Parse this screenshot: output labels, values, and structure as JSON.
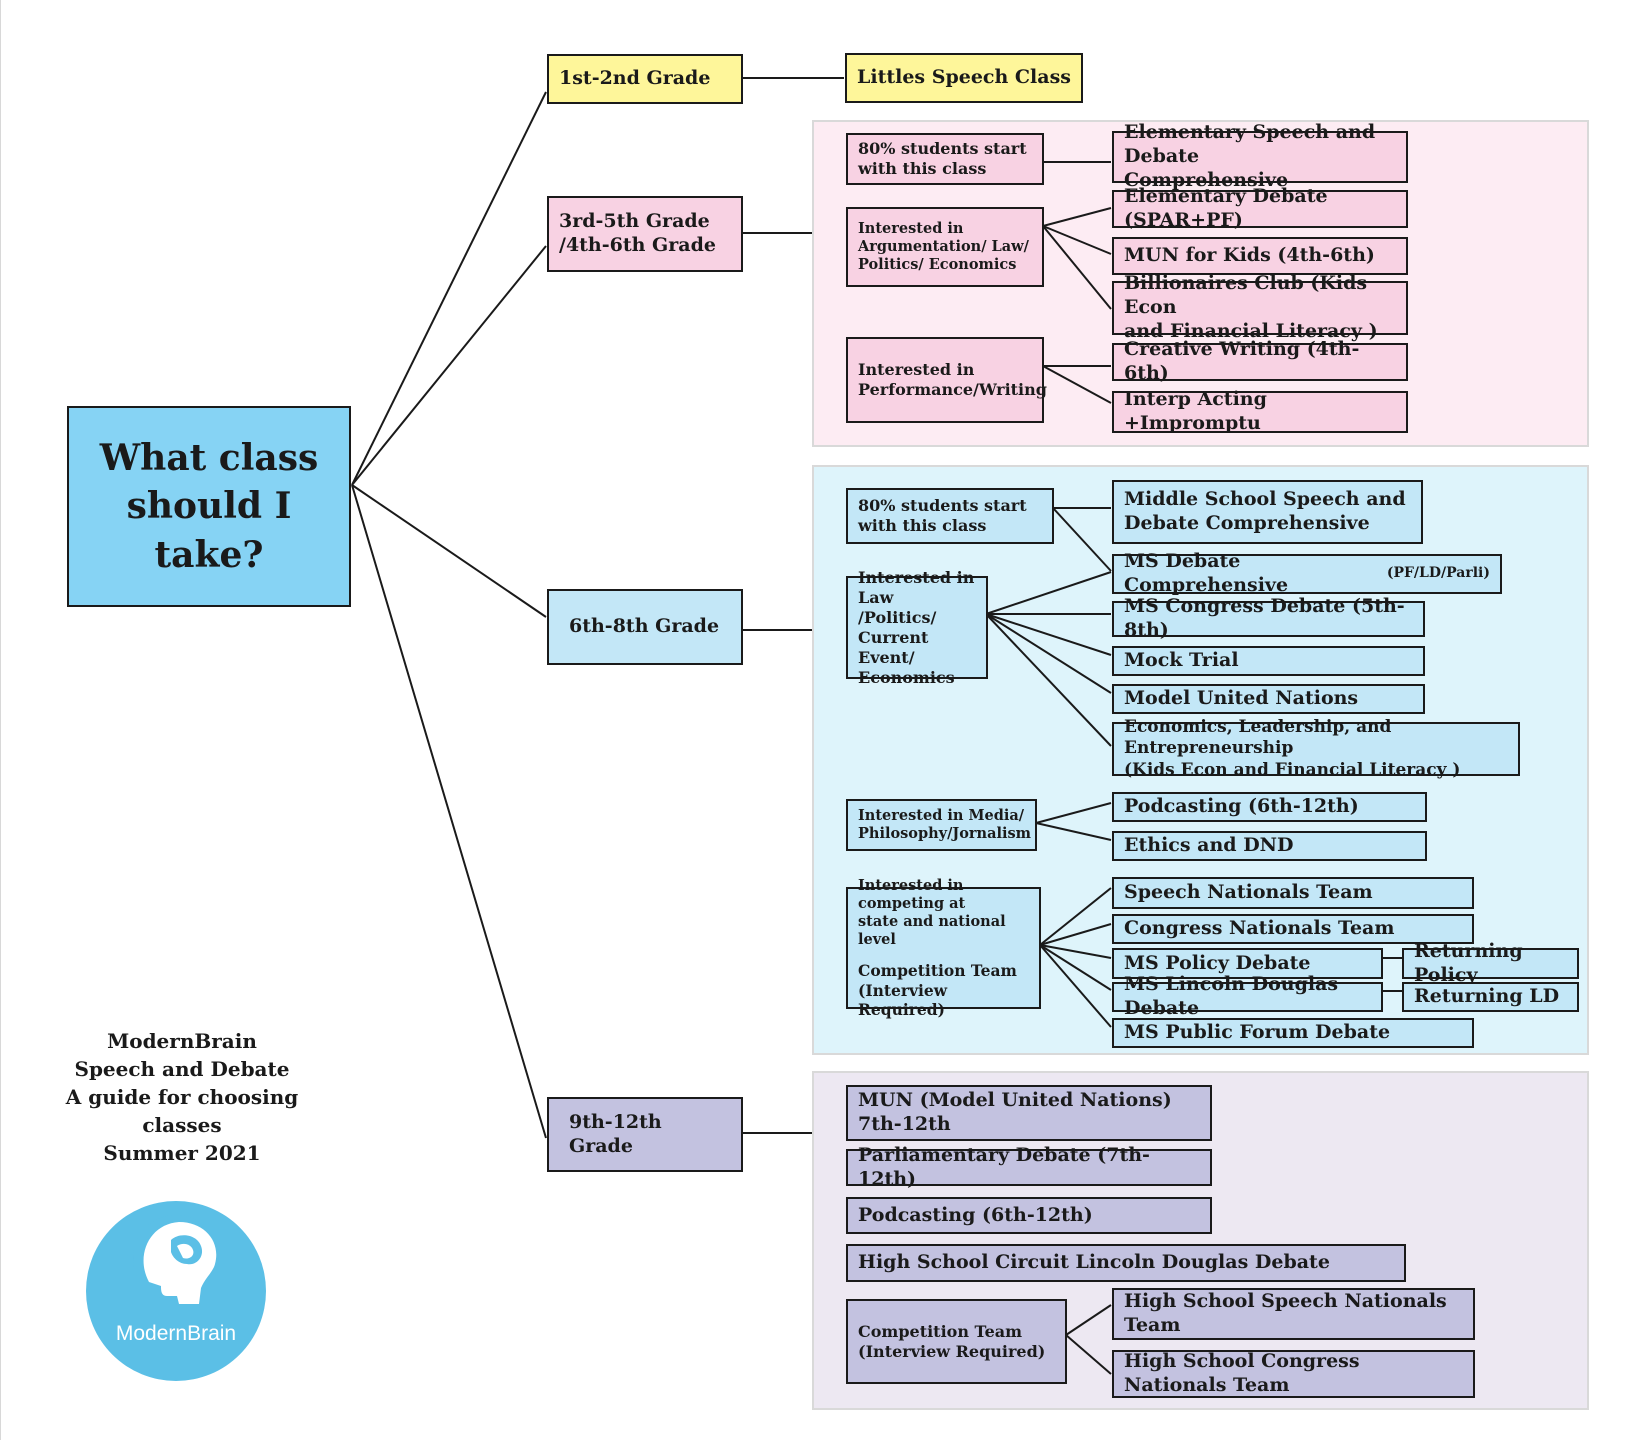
{
  "question": "What class\nshould I take?",
  "guide_lines": [
    "ModernBrain",
    "Speech and Debate",
    "A guide for choosing",
    "classes",
    "Summer 2021"
  ],
  "logo_text": "ModernBrain",
  "colors": {
    "question": "#86d3f4",
    "yellow": "#fef69a",
    "pink": "#f8d2e3",
    "pink_panel": "#fdecf3",
    "blue": "#c3e7f7",
    "blue_panel": "#def4fb",
    "purple": "#c3c2e0",
    "purple_panel": "#ede8f2",
    "logo": "#5bbfe6"
  },
  "grades": {
    "g12": "1st-2nd Grade",
    "g35": "3rd-5th Grade\n/4th-6th Grade",
    "g68": "6th-8th Grade",
    "g912": "9th-12th Grade"
  },
  "littles": "Littles Speech Class",
  "elem": {
    "start": "80% students start\nwith this class",
    "argue": "Interested in\nArgumentation/ Law/\nPolitics/ Economics",
    "perform": "Interested in\nPerformance/Writing",
    "comprehensive": "Elementary Speech and Debate\nComprehensive",
    "debate": "Elementary Debate (SPAR+PF)",
    "mun": "MUN for Kids (4th-6th)",
    "billionaires": "Billionaires Club (Kids Econ\nand Financial Literacy )",
    "creative": "Creative Writing (4th-6th)",
    "interp": "Interp Acting +Impromptu"
  },
  "ms": {
    "start": "80% students start\nwith this class",
    "law": "Interested in\nLaw /Politics/\nCurrent Event/\nEconomics",
    "media": "Interested in Media/\nPhilosophy/Jornalism",
    "compete_line1": "Interested in competing at\nstate and national level",
    "compete_line2": "Competition Team\n(Interview Required)",
    "comprehensive": "Middle School Speech and\nDebate Comprehensive",
    "debate_comp": "MS Debate Comprehensive",
    "debate_comp_note": "(PF/LD/Parli)",
    "congress": "MS Congress Debate (5th-8th)",
    "mock": "Mock Trial",
    "mun": "Model United Nations",
    "econ": "Economics, Leadership, and Entrepreneurship\n(Kids Econ and Financial Literacy )",
    "podcast": "Podcasting (6th-12th)",
    "ethics": "Ethics and DND",
    "speech_nat": "Speech Nationals Team",
    "congress_nat": "Congress Nationals Team",
    "policy": "MS Policy Debate",
    "returning_policy": "Returning Policy",
    "ld": "MS Lincoln Douglas Debate",
    "returning_ld": "Returning LD",
    "pf": "MS Public Forum Debate"
  },
  "hs": {
    "mun": "MUN (Model United Nations)\n7th-12th",
    "parli": "Parliamentary Debate (7th-12th)",
    "podcast": "Podcasting (6th-12th)",
    "ld": "High School Circuit Lincoln Douglas Debate",
    "compete": "Competition Team\n(Interview Required)",
    "speech_nat": "High School Speech Nationals Team",
    "congress_nat": "High School Congress Nationals Team"
  }
}
